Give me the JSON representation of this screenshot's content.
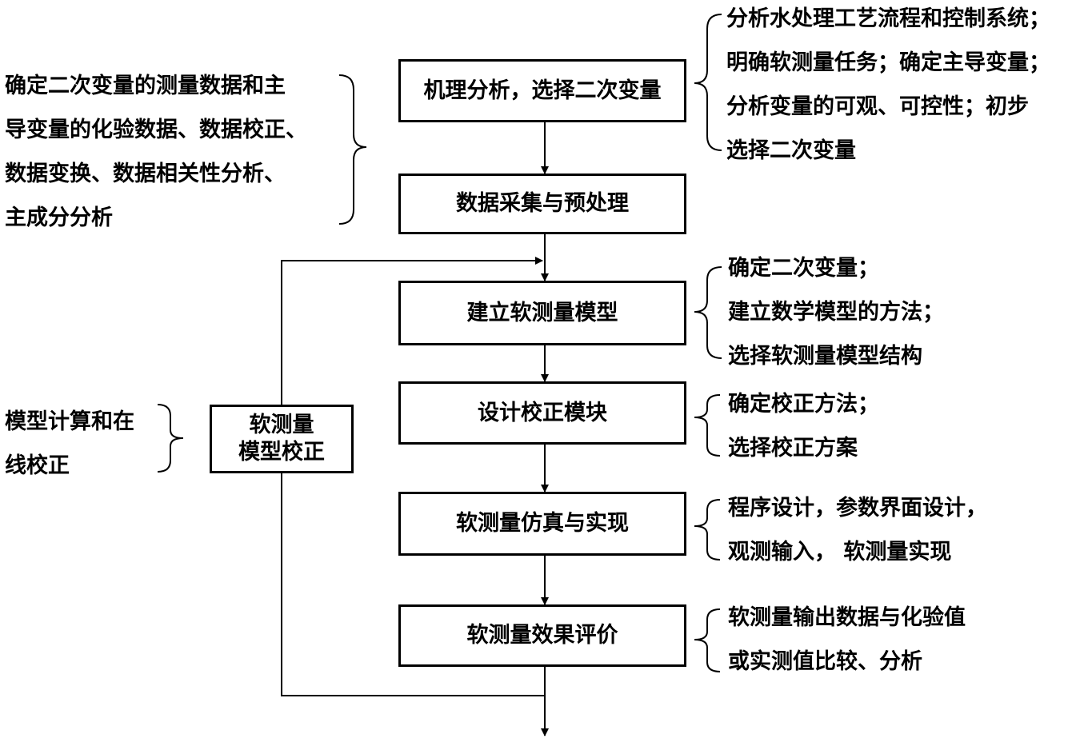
{
  "steps": {
    "s1": "机理分析，选择二次变量",
    "s2": "数据采集与预处理",
    "s3": "建立软测量模型",
    "s4": "设计校正模块",
    "s5": "软测量仿真与实现",
    "s6": "软测量效果评价",
    "correction_line1": "软测量",
    "correction_line2": "模型校正"
  },
  "right_notes": {
    "n1": [
      "分析水处理工艺流程和控制系统；",
      "明确软测量任务；确定主导变量；",
      "分析变量的可观、可控性；初步",
      "选择二次变量"
    ],
    "n3": [
      "确定二次变量；",
      "建立数学模型的方法；",
      "选择软测量模型结构"
    ],
    "n4": [
      "确定校正方法；",
      "选择校正方案"
    ],
    "n5": [
      "程序设计，参数界面设计，",
      "观测输入，  软测量实现"
    ],
    "n6": [
      "软测量输出数据与化验值",
      "或实测值比较、分析"
    ]
  },
  "left_notes": {
    "l1": [
      "确定二次变量的测量数据和主",
      "导变量的化验数据、数据校正、",
      "数据变换、数据相关性分析、",
      "主成分分析"
    ],
    "l2": [
      "模型计算和在",
      "线校正"
    ]
  }
}
